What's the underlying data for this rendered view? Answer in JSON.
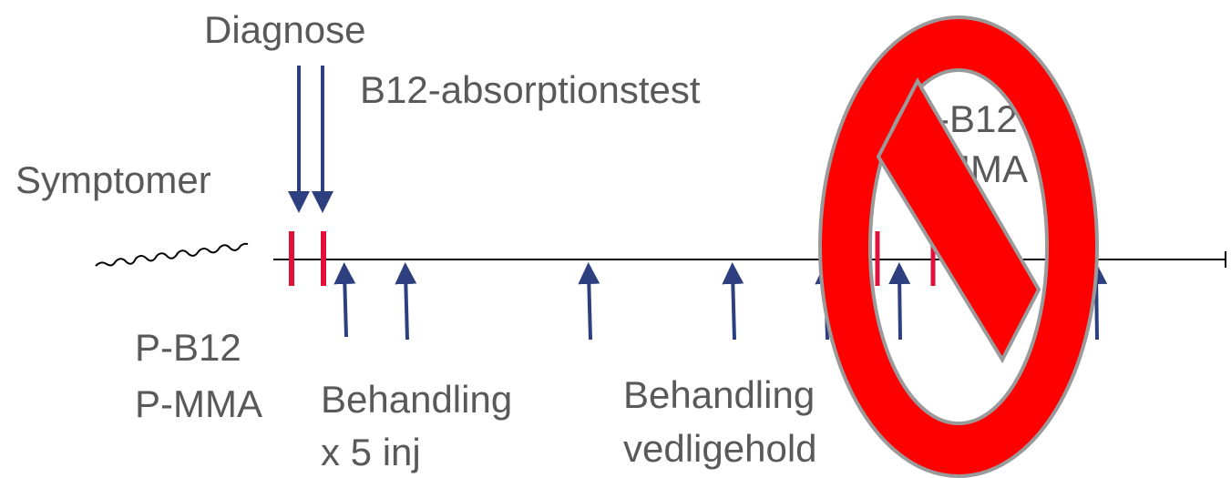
{
  "labels": {
    "diagnose": "Diagnose",
    "absorption_test": "B12-absorptionstest",
    "symptoms": "Symptomer",
    "followup_b12": "P-B12",
    "followup_mma": "MMA",
    "pb12": "P-B12",
    "pmma": "P-MMA",
    "treatment_line1": "Behandling",
    "treatment_line2": "x 5 inj",
    "maintenance_line1": "Behandling",
    "maintenance_line2": "vedligehold"
  },
  "colors": {
    "arrow": "#2E3F7F",
    "marker": "#E0103A",
    "timeline": "#000000",
    "text": "#595959",
    "prohibition_fill": "#FF0000",
    "prohibition_stroke": "#9A9A9A"
  },
  "icons": {
    "prohibition": "prohibition-icon"
  }
}
